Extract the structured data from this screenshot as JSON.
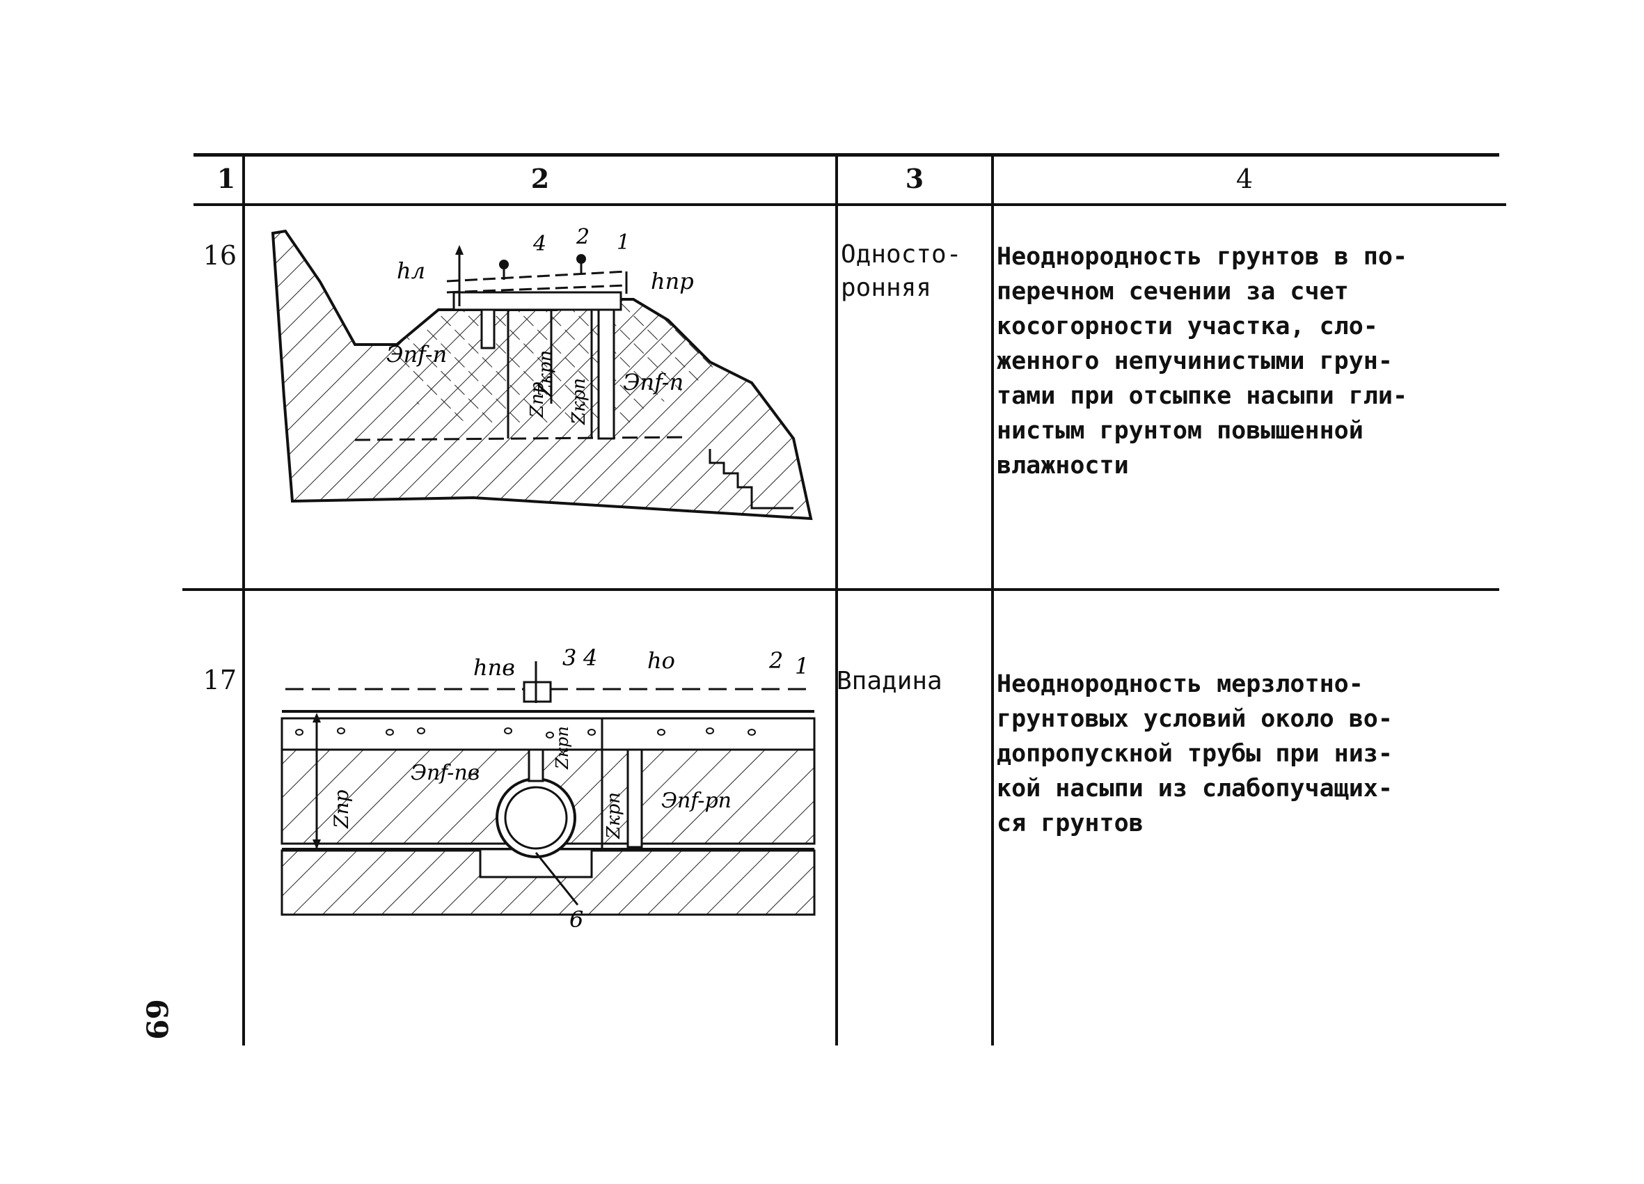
{
  "table": {
    "headers": [
      "1",
      "2",
      "3",
      "4"
    ],
    "rows": [
      {
        "num": "16",
        "type_lines": [
          "Односто-",
          "ронняя"
        ],
        "desc_lines": [
          "Неоднородность грунтов в по-",
          "перечном сечении за счет",
          "косогорности участка, сло-",
          "женного непучинистыми грун-",
          "тами при отсыпке насыпи гли-",
          "нистым грунтом повышенной",
          "влажности"
        ],
        "figure_labels": {
          "callouts": [
            "4",
            "2",
            "1"
          ],
          "h_left": "hл",
          "h_right": "hпр",
          "z_krp": "Zкрп",
          "z_krp_2": "Zкрп",
          "z_pr": "Zпр",
          "e_left": "Эпf-п",
          "e_right": "Эпf-п"
        }
      },
      {
        "num": "17",
        "type_lines": [
          "Впадина"
        ],
        "desc_lines": [
          "Неоднородность мерзлотно-",
          "грунтовых условий около во-",
          "допропускной трубы при низ-",
          "кой насыпи из слабопучащих-",
          "ся грунтов"
        ],
        "figure_labels": {
          "callouts": [
            "3",
            "4",
            "2",
            "1",
            "6"
          ],
          "h_pv": "hпв",
          "h_o": "hо",
          "z_pr": "Zпр",
          "z_krp": "Zкрп",
          "z_krp_2": "Zкрп",
          "e_pv": "Эпf-пв",
          "e_rp": "Эпf-рп"
        }
      }
    ]
  },
  "page_number": "69"
}
